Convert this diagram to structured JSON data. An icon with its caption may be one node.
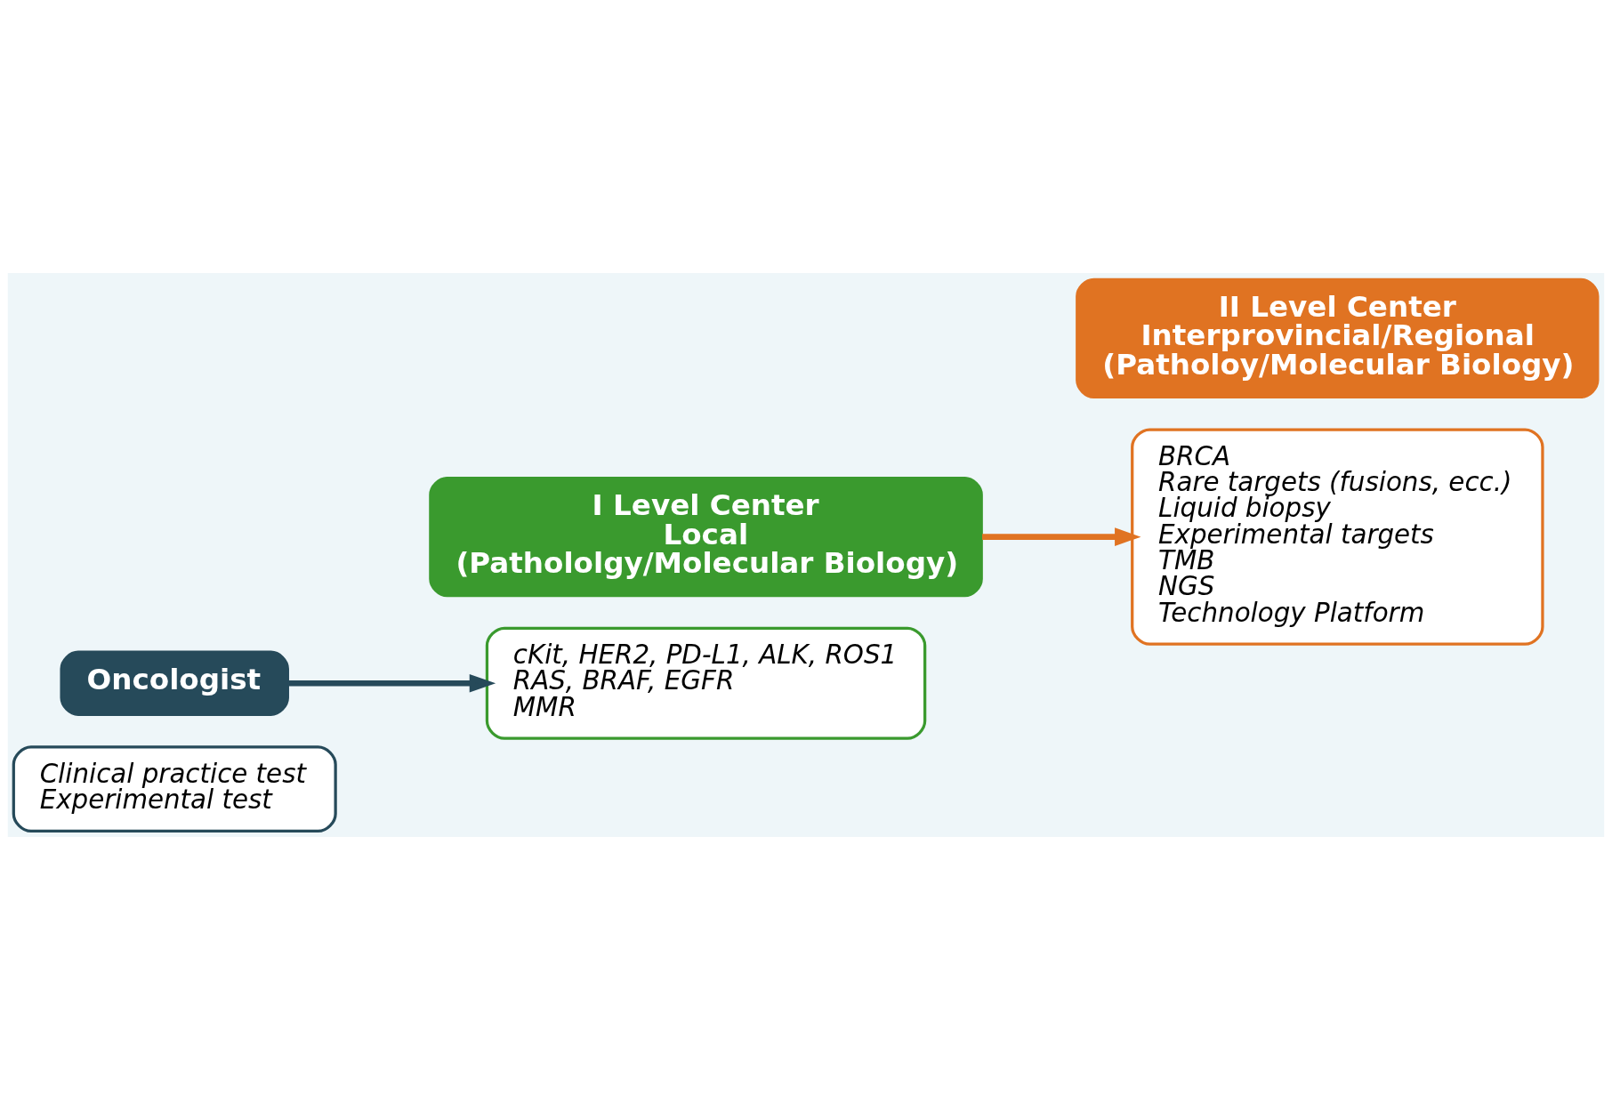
{
  "diagram": {
    "nodes": [
      {
        "text": [
          "Clinical practice test",
          "Experimental test"
        ]
      },
      {
        "text": [
          "Oncologist"
        ]
      },
      {
        "text": [
          "cKit, HER2, PD-L1, ALK, ROS1",
          "RAS, BRAF, EGFR",
          "MMR"
        ]
      },
      {
        "text": [
          "I Level Center",
          "Local",
          "(Pathololgy/Molecular Biology)"
        ]
      },
      {
        "text": [
          "BRCA",
          "Rare targets (fusions, ecc.)",
          "Liquid biopsy",
          "Experimental targets",
          "TMB",
          "NGS",
          "Technology Platform"
        ]
      },
      {
        "text": [
          "II Level Center",
          "Interprovincial/Regional",
          "(Patholoy/Molecular Biology)"
        ]
      }
    ],
    "edges": [
      {
        "from": 1,
        "to": 2,
        "arrow": "to",
        "color": "#264a5a"
      },
      {
        "from": 3,
        "to": 4,
        "arrow": "to",
        "color": "#e07322"
      }
    ]
  }
}
